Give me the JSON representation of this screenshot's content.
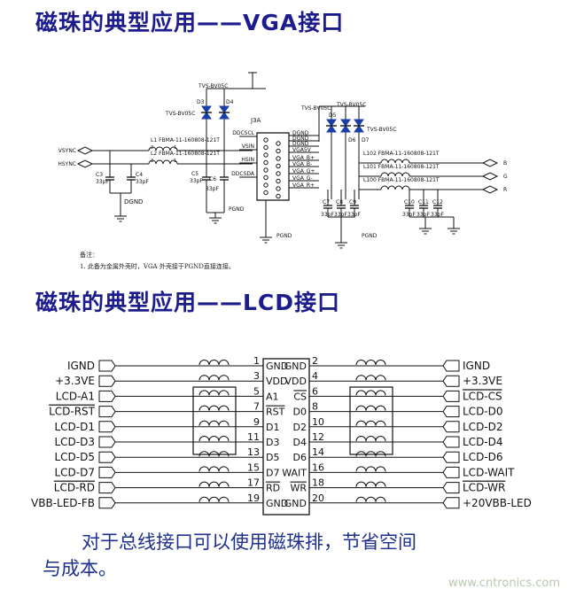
{
  "vga": {
    "title": "磁珠的典型应用——VGA接口",
    "tvs_label": "TVS-BV05C",
    "diodes": [
      "D3",
      "D4",
      "D5",
      "D6",
      "D7"
    ],
    "connector": "J3A",
    "ferrites": [
      {
        "ref": "L1",
        "part": "FBMA-11-160808-121T"
      },
      {
        "ref": "L2",
        "part": "FBMA-11-160808-121T"
      },
      {
        "ref": "L102",
        "part": "FBMA-11-160808-121T"
      },
      {
        "ref": "L101",
        "part": "FBMA-11-160808-121T"
      },
      {
        "ref": "L100",
        "part": "FBMA-11-160808-121T"
      }
    ],
    "caps_left": [
      {
        "ref": "C3",
        "val": "33pF"
      },
      {
        "ref": "C4",
        "val": "33pF"
      },
      {
        "ref": "C5",
        "val": "33pF"
      },
      {
        "ref": "C6",
        "val": "33pF"
      }
    ],
    "caps_right": [
      {
        "ref": "C7",
        "val": "33pF"
      },
      {
        "ref": "C8",
        "val": "33pF"
      },
      {
        "ref": "C9",
        "val": "33pF"
      },
      {
        "ref": "C10",
        "val": "33pF"
      },
      {
        "ref": "C11",
        "val": "33pF"
      },
      {
        "ref": "C12",
        "val": "33pF"
      }
    ],
    "inputs": [
      "VSYNC",
      "HSYNC"
    ],
    "outputs": [
      "B",
      "G",
      "R"
    ],
    "conn_left": [
      "DDCSCL",
      "VSIN",
      "HSIN",
      "DDCSDA"
    ],
    "conn_right": [
      "DGND",
      "DGND",
      "DGND",
      "VGA5V",
      "VGA_B+",
      "VGA_B-",
      "VGA_G+",
      "VGA_G-",
      "VGA_R+"
    ],
    "grounds": {
      "dgnd": "DGND",
      "pgnd": "PGND"
    },
    "note_title": "备注：",
    "note_text": "1.  此备为金属外壳时，VGA 外壳接于PGND直接连接。"
  },
  "lcd": {
    "title": "磁珠的典型应用——LCD接口",
    "left_labels": [
      "IGND",
      "+3.3VE",
      "LCD-A1",
      "LCD-RST",
      "LCD-D1",
      "LCD-D3",
      "LCD-D5",
      "LCD-D7",
      "LCD-RD",
      "VBB-LED-FB"
    ],
    "right_labels": [
      "IGND",
      "+3.3VE",
      "LCD-CS",
      "LCD-D0",
      "LCD-D2",
      "LCD-D4",
      "LCD-D6",
      "LCD-WAIT",
      "LCD-WR",
      "+20VBB-LED"
    ],
    "pins_odd": [
      "1",
      "3",
      "5",
      "7",
      "9",
      "11",
      "13",
      "15",
      "17",
      "19"
    ],
    "pins_even": [
      "2",
      "4",
      "6",
      "8",
      "10",
      "12",
      "14",
      "16",
      "18",
      "20"
    ],
    "conn_left": [
      "GND",
      "VDD",
      "A1",
      "RST",
      "D1",
      "D3",
      "D5",
      "D7",
      "RD",
      "GND"
    ],
    "conn_right": [
      "GND",
      "VDD",
      "CS",
      "D0",
      "D2",
      "D4",
      "D6",
      "WAIT",
      "WR",
      "GND"
    ]
  },
  "caption": {
    "line1": "对于总线接口可以使用磁珠排，节省空间",
    "line2": "与成本。"
  },
  "watermark": "www.cntronics.com",
  "colors": {
    "title": "#1c1c8c",
    "caption": "#1e2f8c",
    "line": "#111111"
  }
}
